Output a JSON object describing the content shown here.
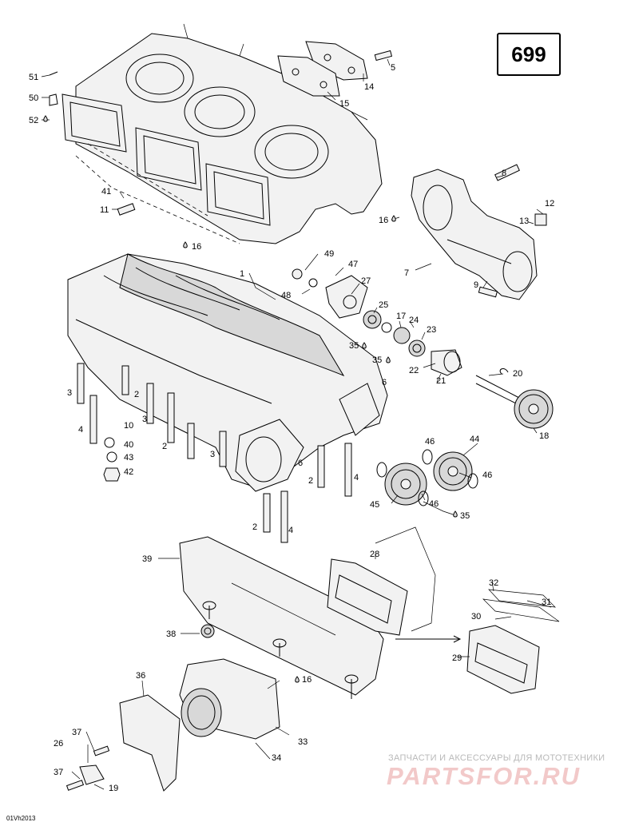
{
  "page": {
    "number": "699",
    "diagram_ref": "01Vh2013"
  },
  "watermark": {
    "tagline": "ЗАПЧАСТИ И АКСЕССУАРЫ ДЛЯ МОТОТЕХНИКИ",
    "logo": "PARTSFOR.RU"
  },
  "callouts": [
    {
      "id": "c51",
      "text": "51"
    },
    {
      "id": "c50",
      "text": "50"
    },
    {
      "id": "c52",
      "text": "52"
    },
    {
      "id": "c41",
      "text": "41"
    },
    {
      "id": "c11",
      "text": "11"
    },
    {
      "id": "c14",
      "text": "14"
    },
    {
      "id": "c5",
      "text": "5"
    },
    {
      "id": "c15",
      "text": "15"
    },
    {
      "id": "c8",
      "text": "8"
    },
    {
      "id": "c12",
      "text": "12"
    },
    {
      "id": "c16a",
      "text": "16"
    },
    {
      "id": "c13",
      "text": "13"
    },
    {
      "id": "c7",
      "text": "7"
    },
    {
      "id": "c9",
      "text": "9"
    },
    {
      "id": "c16b",
      "text": "16"
    },
    {
      "id": "c49",
      "text": "49"
    },
    {
      "id": "c47",
      "text": "47"
    },
    {
      "id": "c1",
      "text": "1"
    },
    {
      "id": "c27",
      "text": "27"
    },
    {
      "id": "c48",
      "text": "48"
    },
    {
      "id": "c25",
      "text": "25"
    },
    {
      "id": "c17",
      "text": "17"
    },
    {
      "id": "c24",
      "text": "24"
    },
    {
      "id": "c23",
      "text": "23"
    },
    {
      "id": "c35a",
      "text": "35"
    },
    {
      "id": "c35b",
      "text": "35"
    },
    {
      "id": "c22",
      "text": "22"
    },
    {
      "id": "c20",
      "text": "20"
    },
    {
      "id": "c21",
      "text": "21"
    },
    {
      "id": "c18",
      "text": "18"
    },
    {
      "id": "c3a",
      "text": "3"
    },
    {
      "id": "c2a",
      "text": "2"
    },
    {
      "id": "c6a",
      "text": "6"
    },
    {
      "id": "c10",
      "text": "10"
    },
    {
      "id": "c4a",
      "text": "4"
    },
    {
      "id": "c3b",
      "text": "3"
    },
    {
      "id": "c40",
      "text": "40"
    },
    {
      "id": "c2b",
      "text": "2"
    },
    {
      "id": "c3c",
      "text": "3"
    },
    {
      "id": "c43",
      "text": "43"
    },
    {
      "id": "c42",
      "text": "42"
    },
    {
      "id": "c6b",
      "text": "6"
    },
    {
      "id": "c2c",
      "text": "2"
    },
    {
      "id": "c4b",
      "text": "4"
    },
    {
      "id": "c46a",
      "text": "46"
    },
    {
      "id": "c44",
      "text": "44"
    },
    {
      "id": "c46b",
      "text": "46"
    },
    {
      "id": "c45",
      "text": "45"
    },
    {
      "id": "c46c",
      "text": "46"
    },
    {
      "id": "c35c",
      "text": "35"
    },
    {
      "id": "c2d",
      "text": "2"
    },
    {
      "id": "c4c",
      "text": "4"
    },
    {
      "id": "c39",
      "text": "39"
    },
    {
      "id": "c28",
      "text": "28"
    },
    {
      "id": "c32",
      "text": "32"
    },
    {
      "id": "c31",
      "text": "31"
    },
    {
      "id": "c30",
      "text": "30"
    },
    {
      "id": "c38",
      "text": "38"
    },
    {
      "id": "c29",
      "text": "29"
    },
    {
      "id": "c36",
      "text": "36"
    },
    {
      "id": "c16c",
      "text": "16"
    },
    {
      "id": "c37a",
      "text": "37"
    },
    {
      "id": "c26",
      "text": "26"
    },
    {
      "id": "c33",
      "text": "33"
    },
    {
      "id": "c34",
      "text": "34"
    },
    {
      "id": "c37b",
      "text": "37"
    },
    {
      "id": "c19",
      "text": "19"
    }
  ]
}
